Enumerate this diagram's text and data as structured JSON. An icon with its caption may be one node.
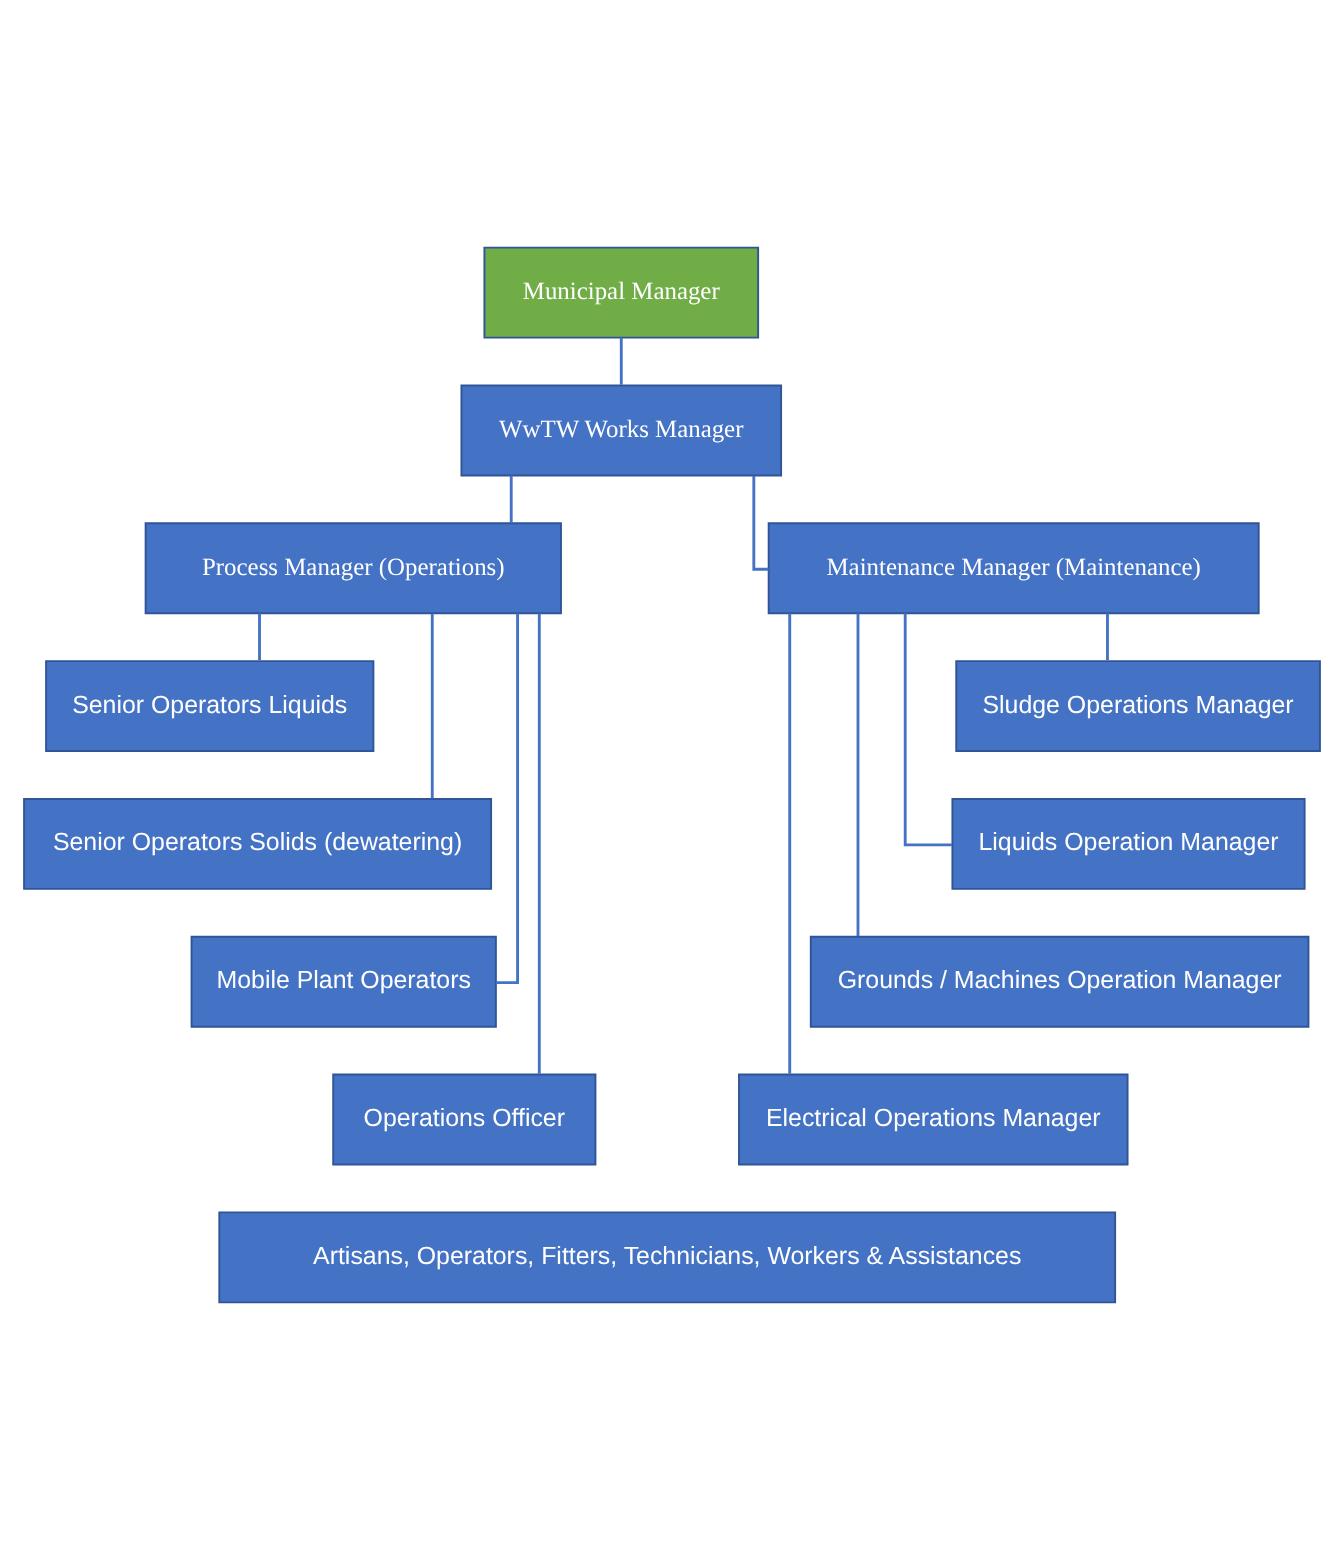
{
  "diagram": {
    "nodes": [
      {
        "text": [
          "Municipal Manager"
        ]
      },
      {
        "text": [
          "WwTW Works Manager"
        ]
      },
      {
        "text": [
          "Process Manager (Operations)"
        ]
      },
      {
        "text": [
          "Maintenance Manager (Maintenance)"
        ]
      },
      {
        "text": [
          "Senior Operators Liquids"
        ]
      },
      {
        "text": [
          "Senior Operators Solids (dewatering)"
        ]
      },
      {
        "text": [
          "Mobile Plant Operators"
        ]
      },
      {
        "text": [
          "Operations Officer"
        ]
      },
      {
        "text": [
          "Sludge Operations Manager"
        ]
      },
      {
        "text": [
          "Liquids Operation Manager"
        ]
      },
      {
        "text": [
          "Grounds / Machines Operation Manager"
        ]
      },
      {
        "text": [
          "Electrical Operations Manager"
        ]
      },
      {
        "text": [
          "Artisans, Operators, Fitters, Technicians, Workers & Assistances"
        ]
      }
    ],
    "edges": [
      {
        "from": 0,
        "to": 1,
        "arrow": "none"
      },
      {
        "from": 1,
        "to": 2,
        "arrow": "none"
      },
      {
        "from": 1,
        "to": 3,
        "arrow": "none"
      },
      {
        "from": 2,
        "to": 4,
        "arrow": "none"
      },
      {
        "from": 2,
        "to": 5,
        "arrow": "none"
      },
      {
        "from": 2,
        "to": 6,
        "arrow": "none"
      },
      {
        "from": 2,
        "to": 7,
        "arrow": "none"
      },
      {
        "from": 3,
        "to": 8,
        "arrow": "none"
      },
      {
        "from": 3,
        "to": 9,
        "arrow": "none"
      },
      {
        "from": 3,
        "to": 10,
        "arrow": "none"
      },
      {
        "from": 3,
        "to": 11,
        "arrow": "none"
      }
    ]
  }
}
